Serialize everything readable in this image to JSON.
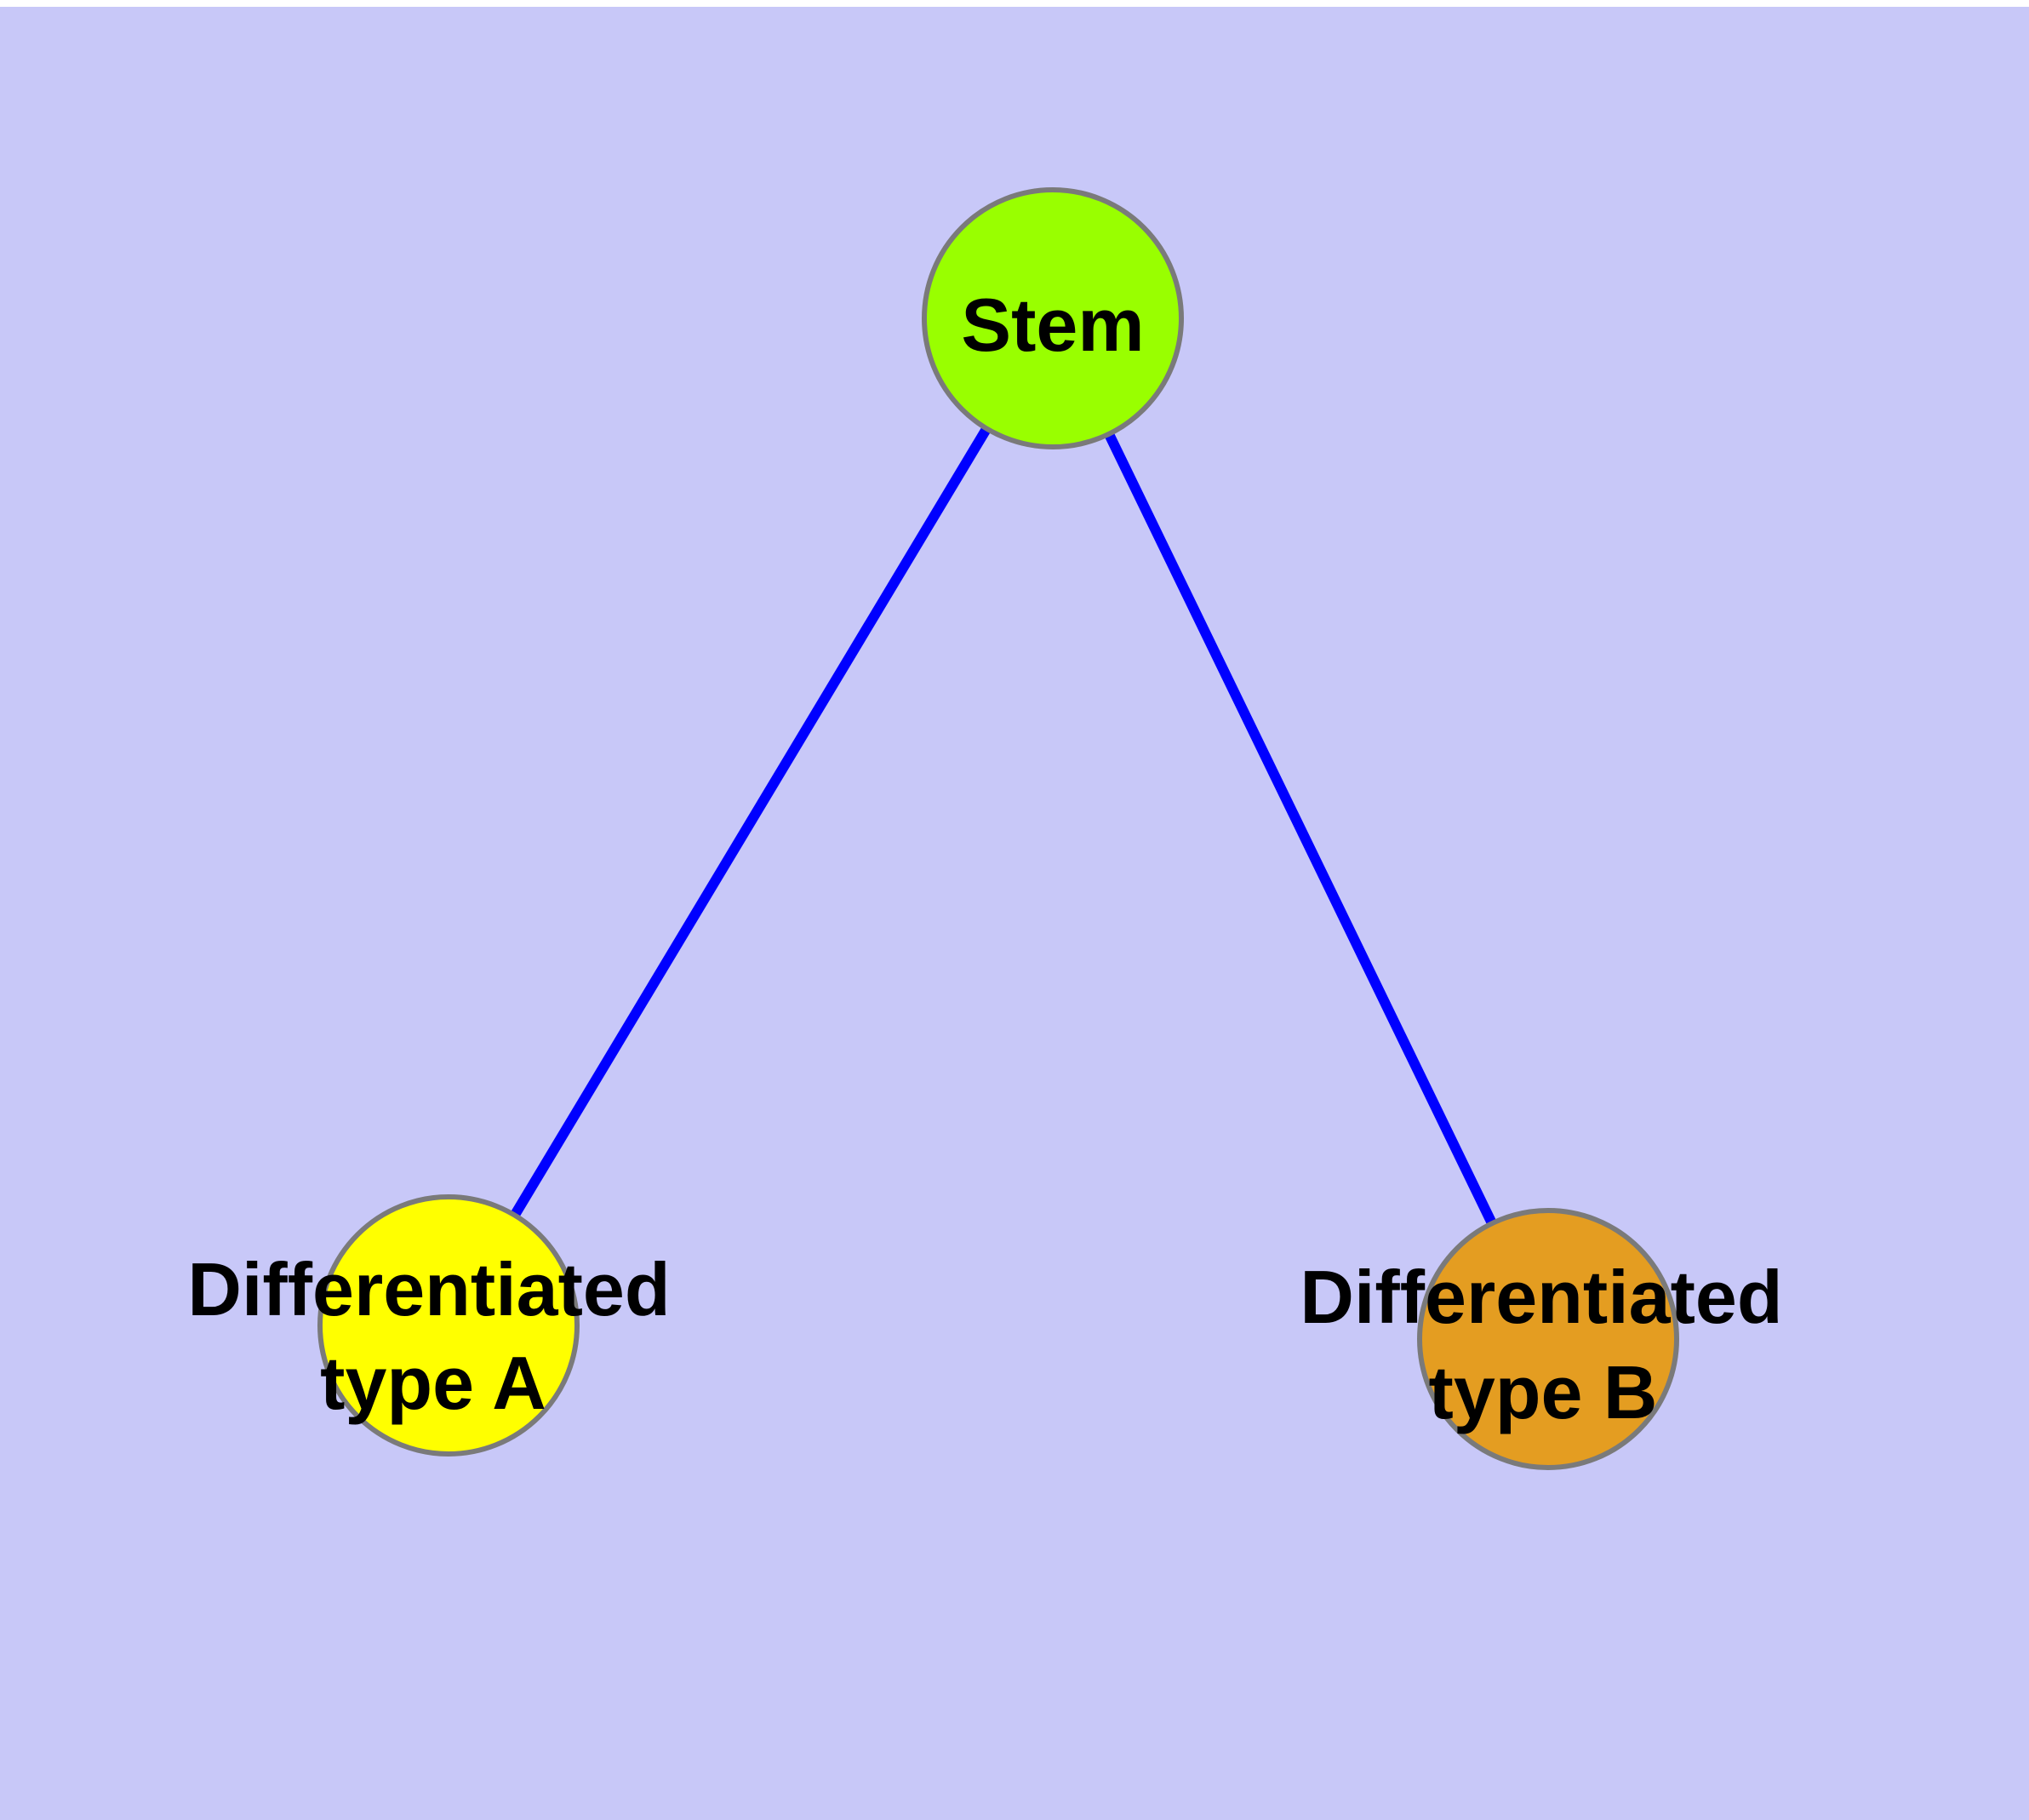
{
  "figure": {
    "page_background_color": "#FFFFFF",
    "background_color": "#C8C8F8"
  },
  "graph": {
    "edge_color": "#0000FF",
    "node_border_color": "#7A7A7A",
    "label_color": "#000000",
    "nodes": [
      {
        "id": "stem",
        "label": "Stem",
        "fill_color": "#99FF00"
      },
      {
        "id": "differentiated-type-a",
        "label": "Differentiated type A",
        "label_line1": "Differentiated",
        "label_line2": "type A",
        "fill_color": "#FFFF00"
      },
      {
        "id": "differentiated-type-b",
        "label": "Differentiated type B",
        "label_line1": "Differentiated",
        "label_line2": "type B",
        "fill_color": "#E49D21"
      }
    ],
    "edges": [
      {
        "from": "Stem",
        "to": "Differentiated type A"
      },
      {
        "from": "Stem",
        "to": "Differentiated type B"
      }
    ]
  }
}
